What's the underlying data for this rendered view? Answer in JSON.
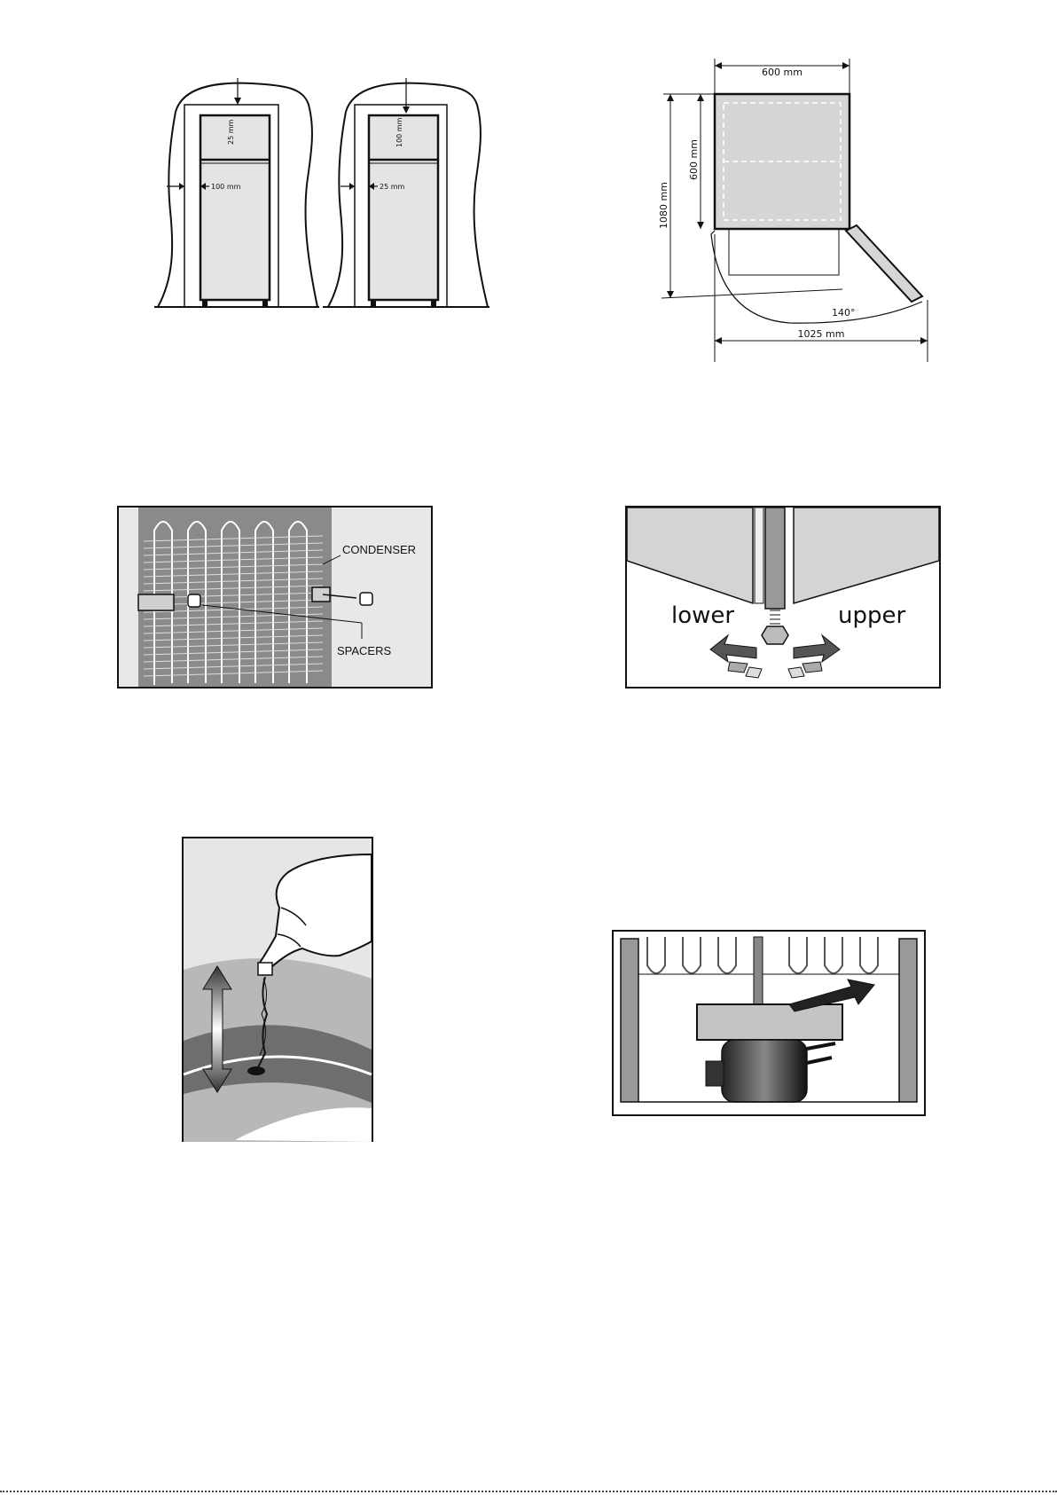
{
  "clearance": {
    "left_top_gap": "25 mm",
    "left_side_gap": "100 mm",
    "right_top_gap": "100 mm",
    "right_side_gap": "25 mm"
  },
  "dimensions": {
    "width": "600 mm",
    "depth": "600 mm",
    "total_depth": "1080 mm",
    "door_angle": "140°",
    "total_width": "1025 mm"
  },
  "spacers": {
    "condenser_label": "CONDENSER",
    "spacers_label": "SPACERS"
  },
  "feet": {
    "lower_label": "lower",
    "upper_label": "upper"
  }
}
